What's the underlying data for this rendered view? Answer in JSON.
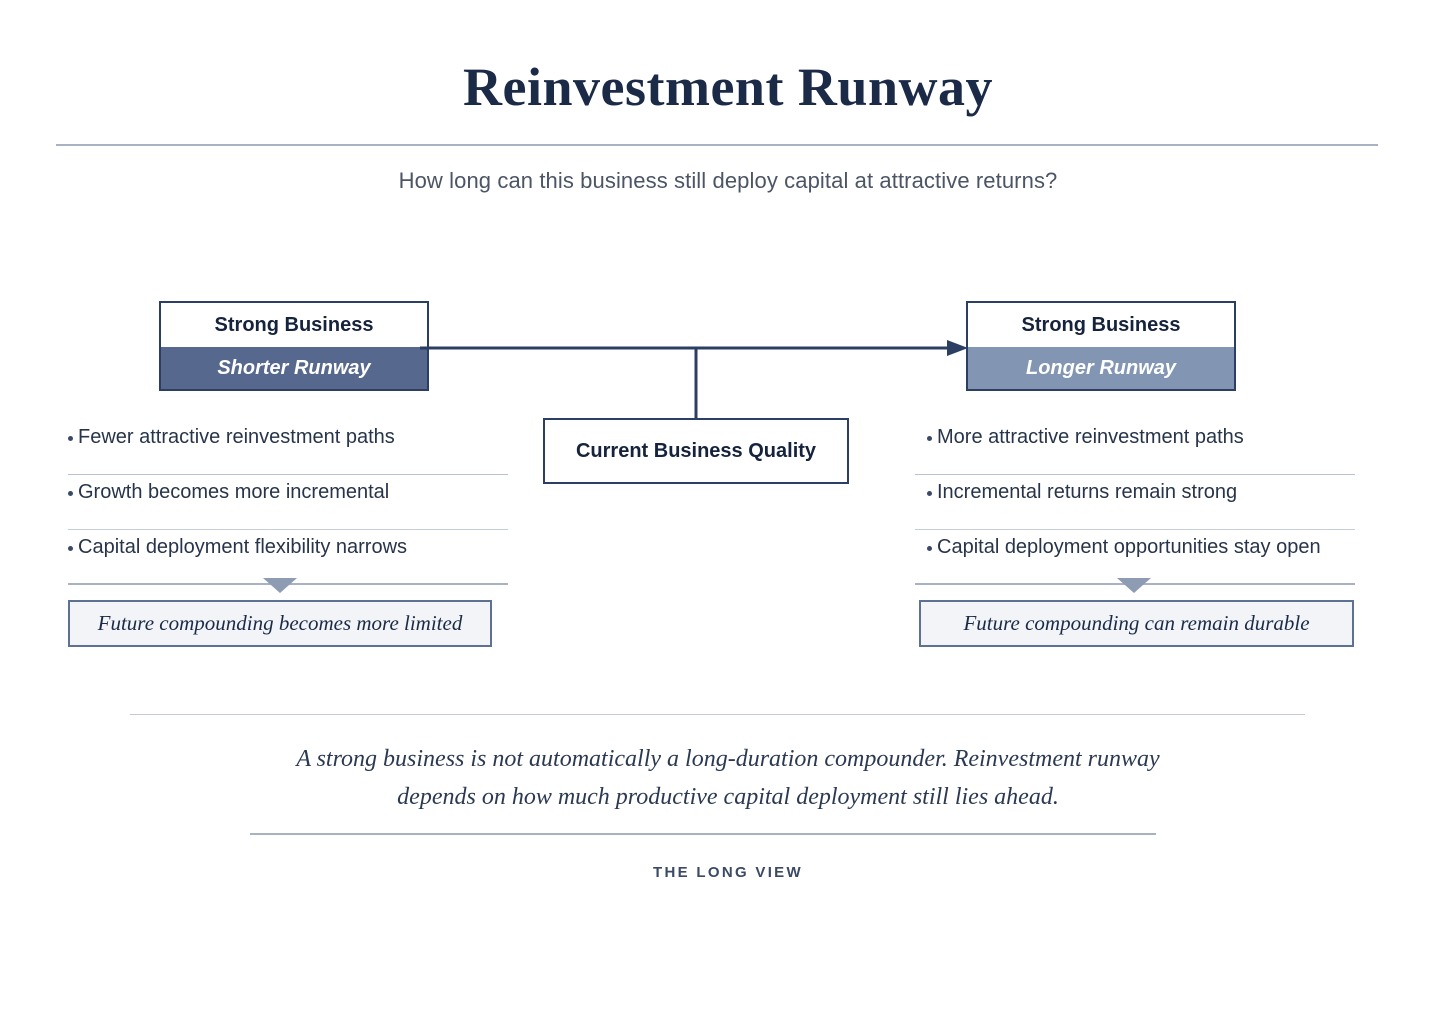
{
  "header": {
    "title": "Reinvestment Runway",
    "subtitle": "How long can this business still deploy capital at attractive returns?"
  },
  "diagram": {
    "center_node": "Current Business Quality",
    "left": {
      "heading": "Strong Business",
      "band": "Shorter Runway",
      "band_color": "#56688d",
      "bullets": [
        "Fewer attractive reinvestment paths",
        "Growth becomes more incremental",
        "Capital deployment flexibility narrows"
      ],
      "summary": "Future compounding becomes more limited"
    },
    "right": {
      "heading": "Strong Business",
      "band": "Longer Runway",
      "band_color": "#8296b4",
      "bullets": [
        "More attractive reinvestment paths",
        "Incremental returns remain strong",
        "Capital deployment opportunities stay open"
      ],
      "summary": "Future compounding can remain durable"
    }
  },
  "footer": {
    "note_line1": "A strong business is not automatically a long-duration compounder. Reinvestment runway",
    "note_line2": "depends on how much productive capital deployment still lies ahead.",
    "brand": "THE LONG VIEW"
  },
  "colors": {
    "ink": "#1b2b47",
    "border": "#2c3f63",
    "rule": "#a9b2c2",
    "summary_fill": "#f2f4f7"
  }
}
